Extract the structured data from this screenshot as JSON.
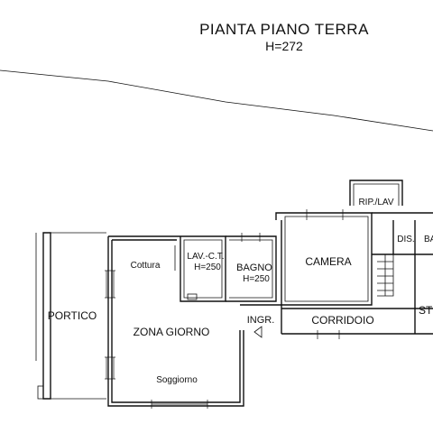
{
  "header": {
    "title": "PIANTA PIANO TERRA",
    "height": "H=272"
  },
  "rooms": {
    "portico": "PORTICO",
    "cottura": "Cottura",
    "zona_giorno": "ZONA GIORNO",
    "soggiorno": "Soggiorno",
    "lav_ct": "LAV.-C.T.",
    "lav_ct_height": "H=250",
    "bagno": "BAGNO",
    "bagno_height": "H=250",
    "ingr": "INGR.",
    "camera": "CAMERA",
    "corridoio": "CORRIDOIO",
    "rip_lav": "RIP./LAV",
    "dis": "DIS.",
    "ba": "BA",
    "st": "ST"
  }
}
